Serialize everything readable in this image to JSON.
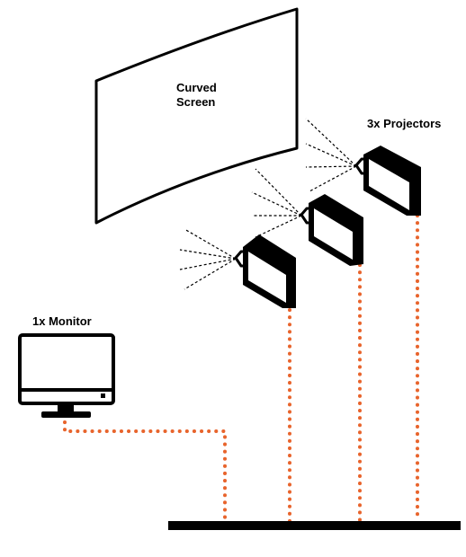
{
  "labels": {
    "screen_line1": "Curved",
    "screen_line2": "Screen",
    "projectors": "3x Projectors",
    "monitor": "1x Monitor"
  },
  "colors": {
    "cable": "#e8642c",
    "outline": "#000000",
    "background": "#ffffff"
  },
  "icons": [
    "curved-screen",
    "projector",
    "monitor",
    "floor-bar"
  ]
}
